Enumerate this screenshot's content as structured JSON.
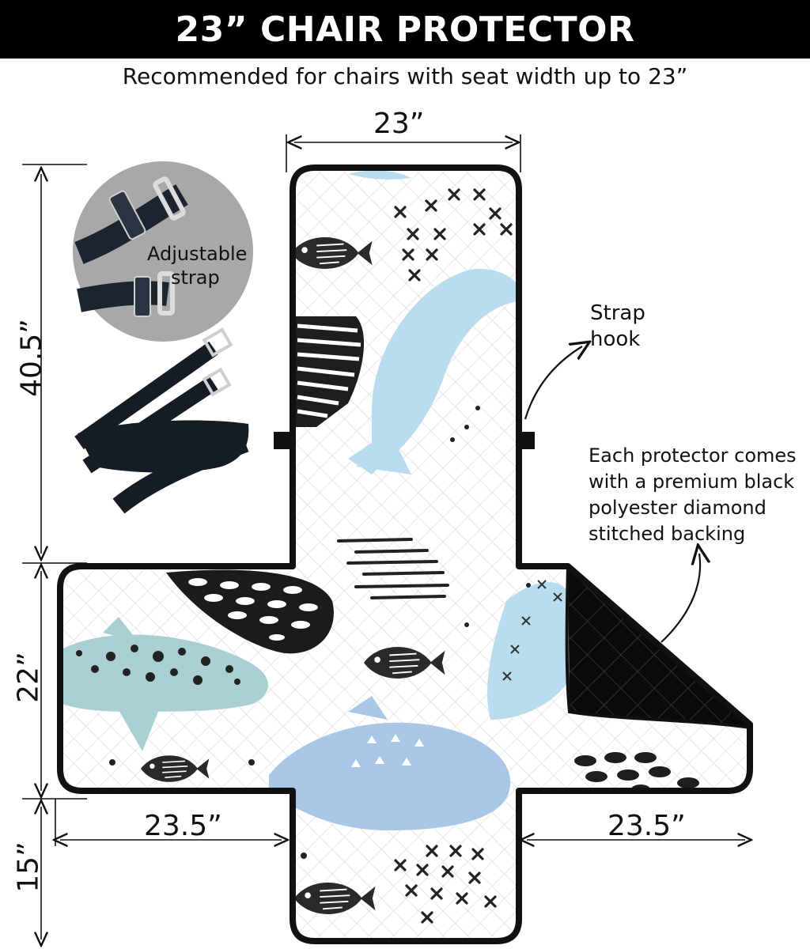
{
  "banner": {
    "title": "23” CHAIR PROTECTOR"
  },
  "subtitle": "Recommended for chairs with seat width up to 23”",
  "dimensions": {
    "top_width": "23”",
    "back_height": "40.5”",
    "seat_height": "22”",
    "front_height": "15”",
    "left_arm_width": "23.5”",
    "right_arm_width": "23.5”"
  },
  "callouts": {
    "strap_circle_line1": "Adjustable",
    "strap_circle_line2": "strap",
    "strap_hook_line1": "Strap",
    "strap_hook_line2": "hook",
    "backing_lines": [
      "Each protector comes",
      "with a premium black",
      "polyester diamond",
      "stitched backing"
    ]
  },
  "colors": {
    "banner_bg": "#000000",
    "banner_text": "#ffffff",
    "outline": "#111111",
    "dolphin_blue": "#b9dcef",
    "dolphin_teal": "#a9cfd3",
    "backing": "#0b0b0b"
  },
  "icons": [
    "adjustable-strap-icon",
    "strap-bundle-icon",
    "fish-icon",
    "dolphin-icon"
  ]
}
